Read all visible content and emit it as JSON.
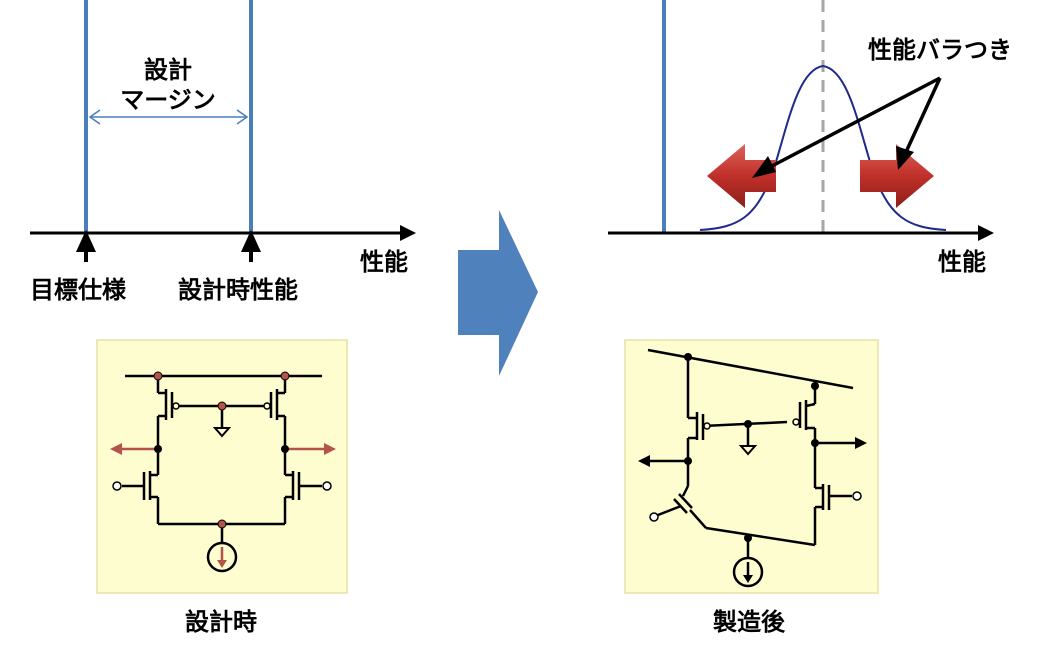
{
  "left_panel": {
    "margin_label_line1": "設計",
    "margin_label_line2": "マージン",
    "axis_label": "性能",
    "target_spec_label": "目標仕様",
    "design_perf_label": "設計時性能",
    "circuit_caption": "設計時"
  },
  "right_panel": {
    "variation_label": "性能バラつき",
    "axis_label": "性能",
    "circuit_caption": "製造後"
  },
  "colors": {
    "blue_line": "#4a7ebb",
    "big_arrow": "#4f81bd",
    "red_arrow": "#c0302a",
    "curve": "#1f2a8a",
    "dashed": "#a6a6a6",
    "circuit_bg": "#fdfdcf",
    "node_red": "#b5524a"
  }
}
